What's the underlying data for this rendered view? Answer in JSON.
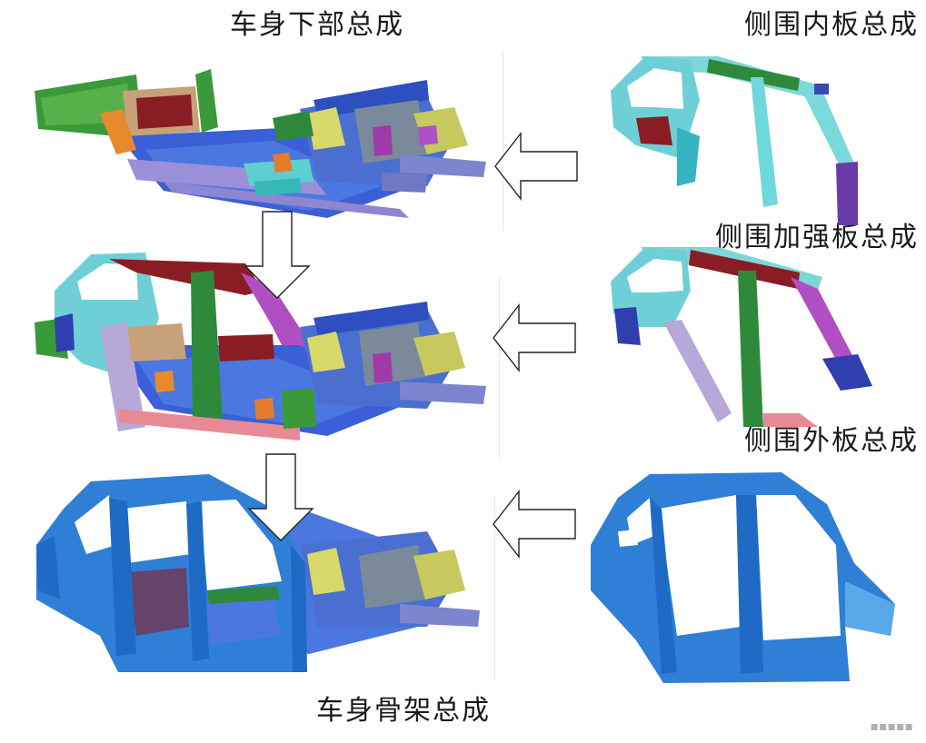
{
  "labels": {
    "underbody": "车身下部总成",
    "side_inner": "侧围内板总成",
    "side_reinforcement": "侧围加强板总成",
    "side_outer": "侧围外板总成",
    "body_in_white": "车身骨架总成"
  },
  "colors": {
    "outer_panel_blue": "#2f7fd6",
    "cyan": "#6dd3d8",
    "dark_green": "#2e8a3a",
    "magenta": "#b04fc4",
    "maroon": "#8a1d24",
    "lavender": "#9b8fd8",
    "floor_blue": "#2f5fd0",
    "yellow": "#d9d86a",
    "tan": "#c9a27a"
  },
  "arrows": {
    "left_pointing": 3,
    "down_pointing": 2
  }
}
